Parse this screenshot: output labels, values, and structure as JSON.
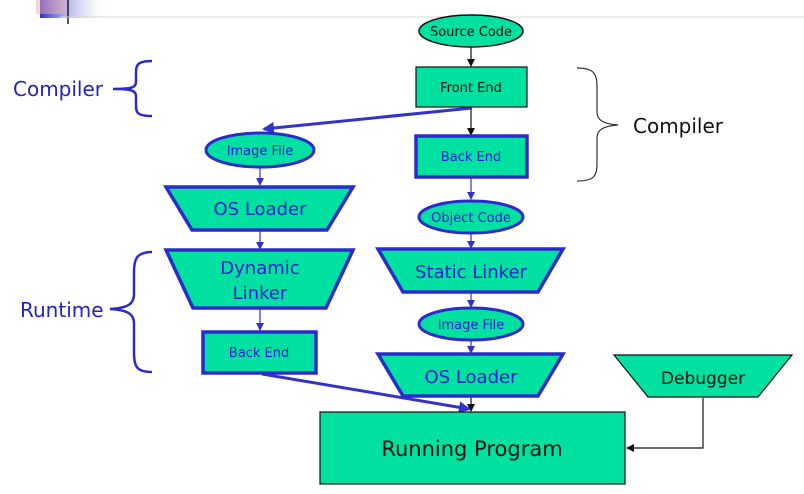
{
  "colors": {
    "fill": "#00e0a0",
    "blue_border": "#2b2bcc",
    "black_border": "#111111",
    "blue_text": "#2222cc",
    "arrow_blue": "#3333cc",
    "arrow_black": "#111111"
  },
  "nodes": {
    "source_code": "Source Code",
    "front_end": "Front End",
    "back_end_right": "Back End",
    "object_code": "Object Code",
    "static_linker": "Static Linker",
    "image_file_right": "Image File",
    "os_loader_right": "OS Loader",
    "image_file_left": "Image File",
    "os_loader_left": "OS Loader",
    "dynamic_linker_line1": "Dynamic",
    "dynamic_linker_line2": "Linker",
    "back_end_left": "Back End",
    "debugger": "Debugger",
    "running_program": "Running Program"
  },
  "labels": {
    "compiler_left": "Compiler",
    "compiler_right": "Compiler",
    "runtime": "Runtime"
  }
}
